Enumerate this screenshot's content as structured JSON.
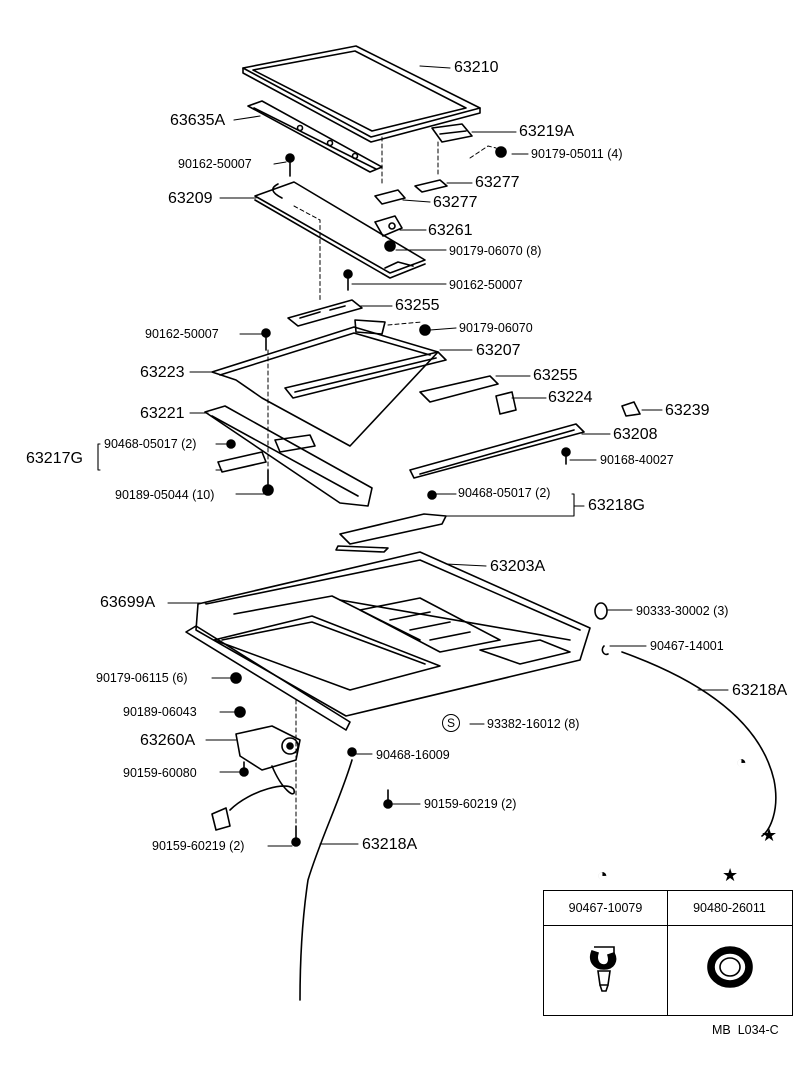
{
  "parts": {
    "p63210": "63210",
    "p63635A": "63635A",
    "p63219A": "63219A",
    "p90162_50007_a": "90162-50007",
    "p90179_05011": "90179-05011 (4)",
    "p63277_a": "63277",
    "p63209": "63209",
    "p63277_b": "63277",
    "p63261": "63261",
    "p90179_06070_8": "90179-06070 (8)",
    "p90162_50007_b": "90162-50007",
    "p63255_a": "63255",
    "p90162_50007_c": "90162-50007",
    "p90179_06070": "90179-06070",
    "p63207": "63207",
    "p63223": "63223",
    "p63255_b": "63255",
    "p63224": "63224",
    "p63239": "63239",
    "p63221": "63221",
    "p63208": "63208",
    "p90468_05017_2a": "90468-05017 (2)",
    "p63217G": "63217G",
    "p90168_40027": "90168-40027",
    "p90189_05044": "90189-05044 (10)",
    "p90468_05017_2b": "90468-05017 (2)",
    "p63218G": "63218G",
    "p63203A": "63203A",
    "p63699A": "63699A",
    "p90333_30002": "90333-30002 (3)",
    "p90467_14001": "90467-14001",
    "p90179_06115": "90179-06115 (6)",
    "p63218A_a": "63218A",
    "p90189_06043": "90189-06043",
    "p93382_16012": "93382-16012 (8)",
    "p63260A": "63260A",
    "p90468_16009": "90468-16009",
    "p90159_60080": "90159-60080",
    "p90159_60219_2a": "90159-60219 (2)",
    "p90159_60219_2b": "90159-60219 (2)",
    "p63218A_b": "63218A"
  },
  "legend_table": {
    "col1_part": "90467-10079",
    "col2_part": "90480-26011",
    "col1_symbol": "clip-symbol",
    "col2_symbol": "star-symbol"
  },
  "circled_s": "S",
  "drawing_code": "MB  L034-C",
  "colors": {
    "ink": "#000000",
    "paper": "#ffffff"
  }
}
